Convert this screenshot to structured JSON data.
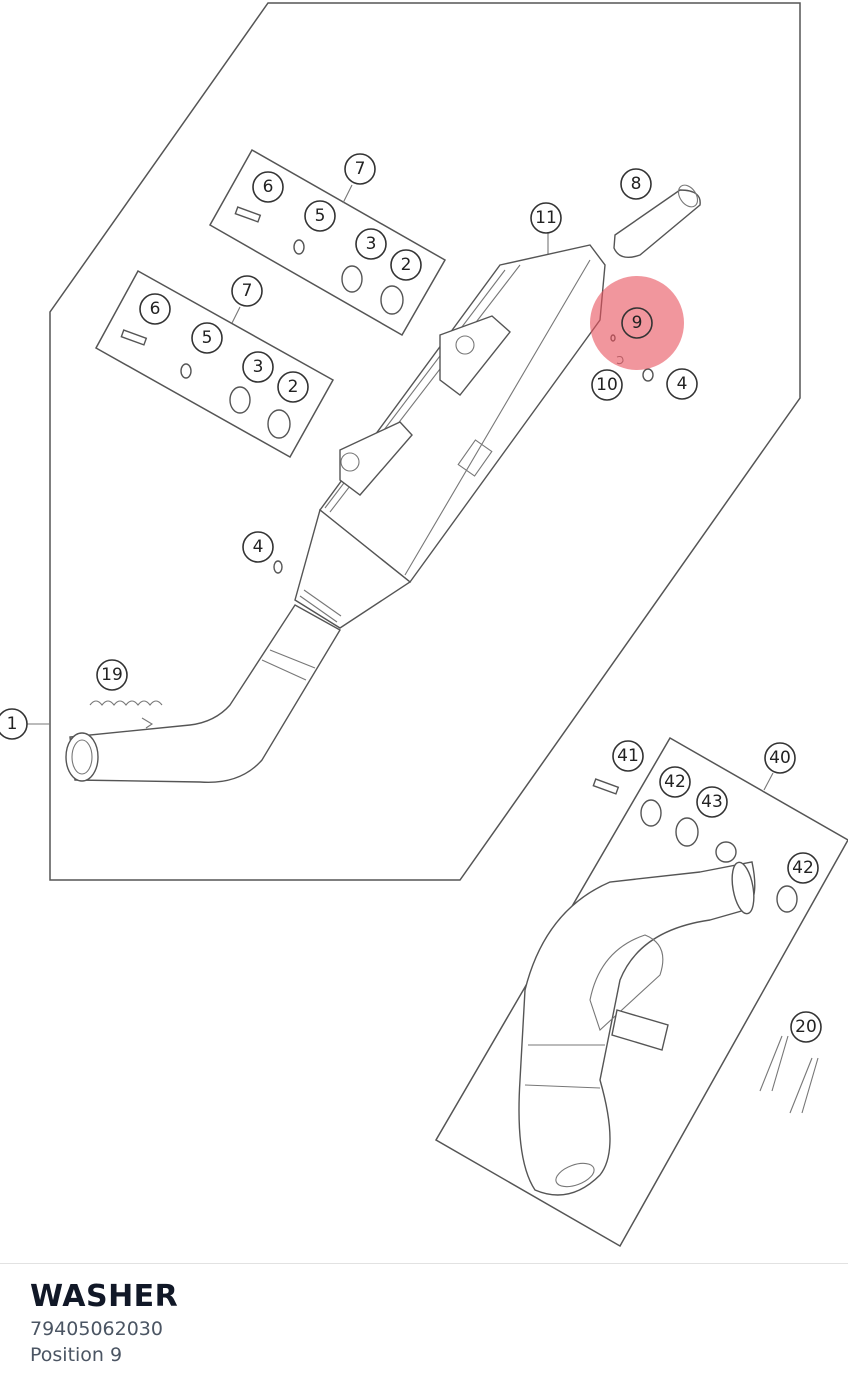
{
  "highlight_color": "#e8505b",
  "callouts": [
    {
      "label": "1",
      "highlighted": false
    },
    {
      "label": "2",
      "highlighted": false
    },
    {
      "label": "2",
      "highlighted": false
    },
    {
      "label": "3",
      "highlighted": false
    },
    {
      "label": "3",
      "highlighted": false
    },
    {
      "label": "4",
      "highlighted": false
    },
    {
      "label": "4",
      "highlighted": false
    },
    {
      "label": "5",
      "highlighted": false
    },
    {
      "label": "5",
      "highlighted": false
    },
    {
      "label": "6",
      "highlighted": false
    },
    {
      "label": "6",
      "highlighted": false
    },
    {
      "label": "7",
      "highlighted": false
    },
    {
      "label": "7",
      "highlighted": false
    },
    {
      "label": "8",
      "highlighted": false
    },
    {
      "label": "9",
      "highlighted": true
    },
    {
      "label": "10",
      "highlighted": false
    },
    {
      "label": "11",
      "highlighted": false
    },
    {
      "label": "19",
      "highlighted": false
    },
    {
      "label": "20",
      "highlighted": false
    },
    {
      "label": "40",
      "highlighted": false
    },
    {
      "label": "41",
      "highlighted": false
    },
    {
      "label": "42",
      "highlighted": false
    },
    {
      "label": "42",
      "highlighted": false
    },
    {
      "label": "43",
      "highlighted": false
    }
  ],
  "selected_part": {
    "name": "WASHER",
    "number": "79405062030",
    "position": "Position 9"
  }
}
